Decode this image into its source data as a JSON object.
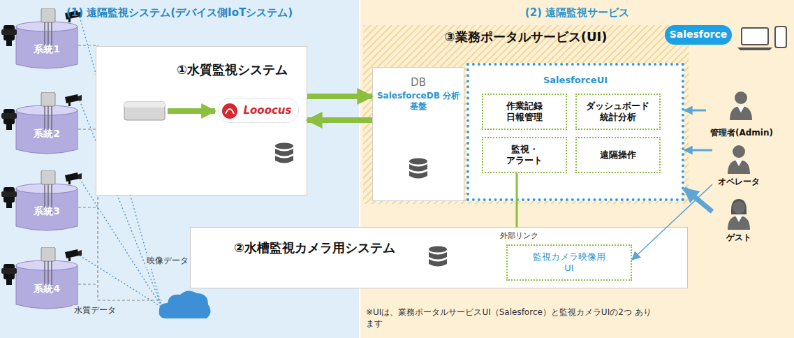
{
  "diagram": {
    "nodes": [
      {
        "text": [
          "(1) 遠隔監視システム(デバイス側IoTシステム)"
        ]
      },
      {
        "text": [
          "(2) 遠隔監視サービス"
        ]
      },
      {
        "text": [
          "③業務ポータルサービス(UI)"
        ],
        "in": 1
      },
      {
        "text": [
          "Salesforce"
        ],
        "in": 1
      },
      {
        "text": [
          "DB",
          "SalesforceDB 分析基盤"
        ],
        "in": 2
      },
      {
        "text": [
          "SalesforceUI"
        ],
        "in": 2
      },
      {
        "text": [
          "作業記録 日報管理"
        ],
        "in": 5
      },
      {
        "text": [
          "ダッシュボード 統計分析"
        ],
        "in": 5
      },
      {
        "text": [
          "監視・ アラート"
        ],
        "in": 5
      },
      {
        "text": [
          "遠隔操作"
        ],
        "in": 5
      },
      {
        "text": [
          "①水質監視システム"
        ],
        "in": 0
      },
      {
        "text": [
          "Looocus"
        ],
        "in": 10
      },
      {
        "text": [
          "系統1"
        ],
        "in": 0
      },
      {
        "text": [
          "系統2"
        ],
        "in": 0
      },
      {
        "text": [
          "系統3"
        ],
        "in": 0
      },
      {
        "text": [
          "系統4"
        ],
        "in": 0
      },
      {
        "text": [
          "②水槽監視カメラ用システム"
        ]
      },
      {
        "text": [
          "監視カメラ映像用 UI"
        ],
        "in": 16
      },
      {
        "text": [
          "管理者(Admin)"
        ],
        "in": 1
      },
      {
        "text": [
          "オペレータ"
        ],
        "in": 1
      },
      {
        "text": [
          "ゲスト"
        ],
        "in": 1
      }
    ],
    "edges": [
      {
        "from": 10,
        "to": 4,
        "arrow": "to"
      },
      {
        "from": 4,
        "to": 10,
        "arrow": "to"
      },
      {
        "from": 8,
        "to": 16,
        "arrow": "none"
      },
      {
        "from": 18,
        "to": 5,
        "arrow": "to"
      },
      {
        "from": 19,
        "to": 5,
        "arrow": "to"
      },
      {
        "from": 20,
        "to": 5,
        "arrow": "to"
      },
      {
        "from": 19,
        "to": 17,
        "arrow": "to"
      }
    ],
    "labels": [
      "映像データ",
      "水質データ",
      "外部リンク",
      "※UIは、業務ポータルサービスUI（Salesforce）と監視カメラUIの2つ あります"
    ]
  }
}
